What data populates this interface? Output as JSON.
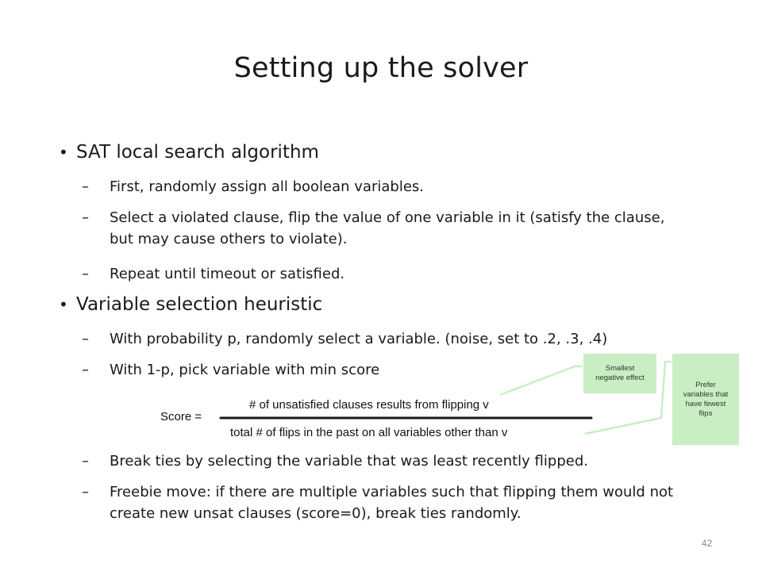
{
  "slide": {
    "title": "Setting up the solver",
    "page_number": "42"
  },
  "bullets": [
    {
      "text": "SAT local search algorithm",
      "subs": [
        "First, randomly assign all boolean variables.",
        "Select a violated clause, flip the value of one variable in it (satisfy the clause, but may cause others to violate).",
        "Repeat until timeout or satisfied."
      ]
    },
    {
      "text": "Variable selection heuristic",
      "subs": [
        "With probability p, randomly select a variable. (noise, set to .2, .3, .4)",
        "With 1-p, pick variable with min score"
      ]
    }
  ],
  "later_subs": [
    "Break ties by selecting the variable that was least recently flipped.",
    "Freebie move: if there are multiple variables such that flipping them would not create new unsat clauses (score=0), break ties randomly."
  ],
  "formula": {
    "label": "Score =",
    "numerator": "# of unsatisfied clauses results from flipping v",
    "denominator": "total # of flips in the past on all variables other than v"
  },
  "callouts": {
    "left": "Smallest negative effect",
    "right": "Prefer variables that have fewest flips"
  },
  "bullet_glyph": "•",
  "dash_glyph": "–"
}
